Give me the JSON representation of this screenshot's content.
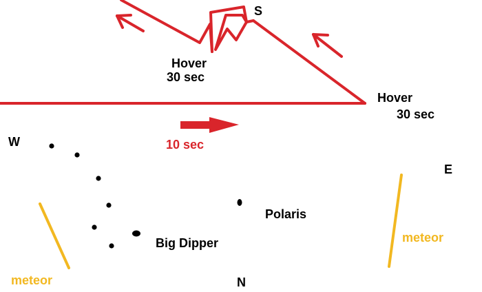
{
  "colors": {
    "path_red": "#d9252b",
    "meteor_yellow": "#f2b821",
    "star_black": "#000000"
  },
  "labels": {
    "south": "S",
    "west": "W",
    "east": "E",
    "north": "N",
    "hover_1_line1": "Hover",
    "hover_1_line2": "30 sec",
    "hover_2_line1": "Hover",
    "hover_2_line2": "30 sec",
    "duration": "10 sec",
    "big_dipper": "Big Dipper",
    "polaris": "Polaris",
    "meteor_left": "meteor",
    "meteor_right": "meteor"
  }
}
